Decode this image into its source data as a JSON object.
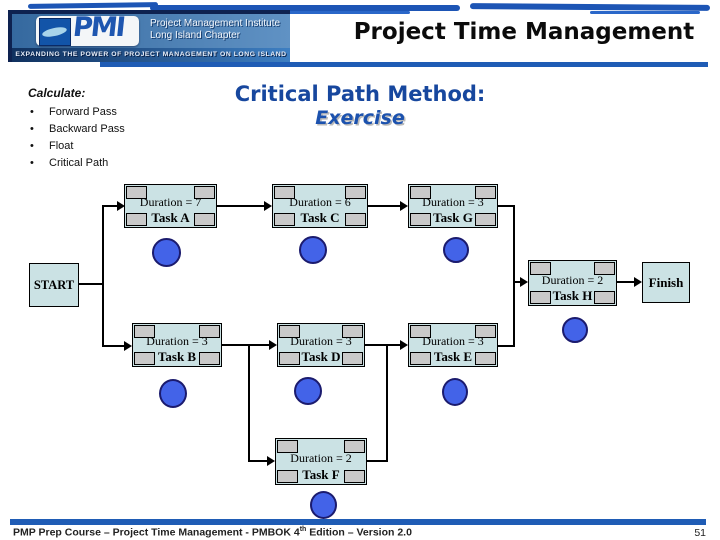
{
  "header": {
    "logo": {
      "acronym": "PMI",
      "org_line1": "Project Management Institute",
      "org_line2": "Long Island Chapter",
      "tagline": "EXPANDING THE POWER OF PROJECT MANAGEMENT ON LONG ISLAND"
    },
    "title": "Project Time Management"
  },
  "calculate": {
    "heading": "Calculate:",
    "bullet_char": "•",
    "items": [
      "Forward Pass",
      "Backward Pass",
      "Float",
      "Critical Path"
    ]
  },
  "content_heading": {
    "line1": "Critical Path Method:",
    "line2": "Exercise"
  },
  "diagram": {
    "start_label": "START",
    "finish_label": "Finish",
    "tasks": [
      {
        "id": "A",
        "duration": "Duration = 7",
        "name": "Task A"
      },
      {
        "id": "C",
        "duration": "Duration = 6",
        "name": "Task C"
      },
      {
        "id": "G",
        "duration": "Duration = 3",
        "name": "Task G"
      },
      {
        "id": "B",
        "duration": "Duration = 3",
        "name": "Task B"
      },
      {
        "id": "D",
        "duration": "Duration = 3",
        "name": "Task D"
      },
      {
        "id": "E",
        "duration": "Duration = 3",
        "name": "Task E"
      },
      {
        "id": "F",
        "duration": "Duration = 2",
        "name": "Task F"
      },
      {
        "id": "H",
        "duration": "Duration = 2",
        "name": "Task H"
      }
    ],
    "connections": [
      "START→A",
      "START→B",
      "A→C",
      "C→G",
      "G→H",
      "B→D",
      "B→F",
      "D→E",
      "F→E",
      "E→H",
      "H→Finish"
    ]
  },
  "footer": {
    "text_pre": "PMP Prep Course – Project Time Management - PMBOK 4",
    "superscript": "th",
    "text_post": " Edition – Version 2.0",
    "page_number": "51"
  },
  "colors": {
    "accent_blue": "#1f5cb5",
    "heading_blue": "#17479e",
    "task_box_fill": "#cbe2e4",
    "corner_cell_gray": "#c9c9c9",
    "circle_blue": "#4363e8",
    "logo_navy": "#0e2250"
  }
}
